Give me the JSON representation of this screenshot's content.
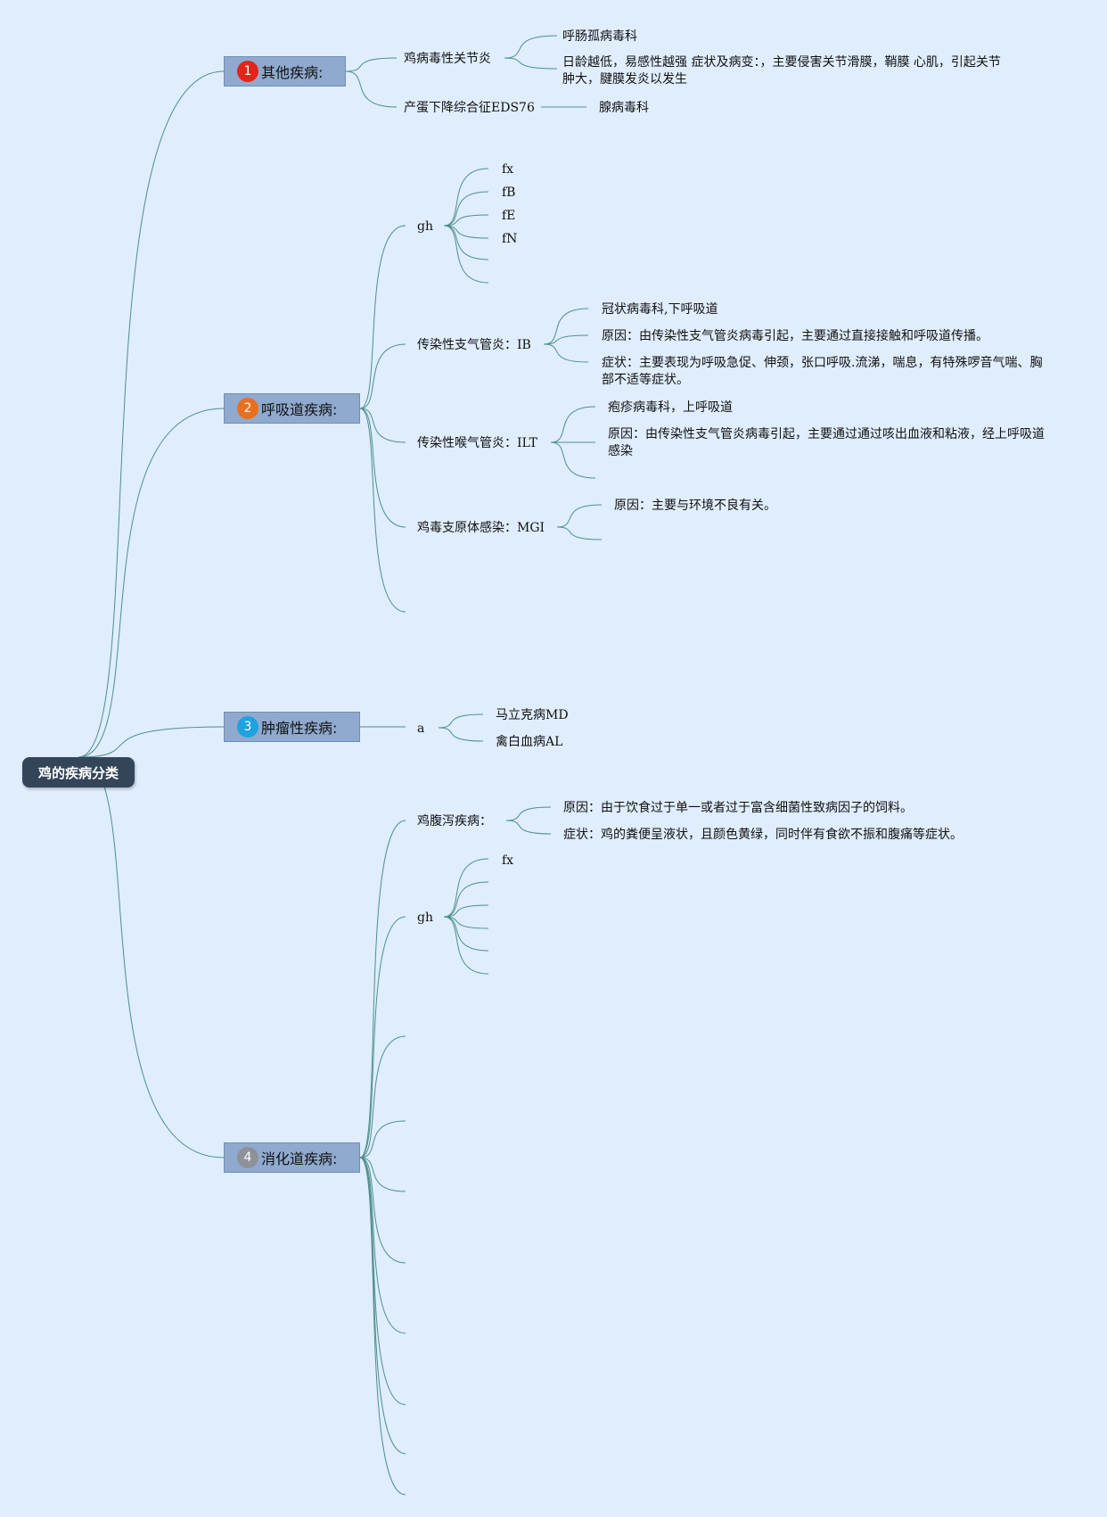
{
  "root": "鸡的疾病分类",
  "categories": [
    {
      "badge": "1",
      "badge_color": "#e0261b",
      "label": "其他疾病:",
      "children": [
        {
          "label": "鸡病毒性关节炎",
          "children": [
            "呼肠孤病毒科",
            "日龄越低，易感性越强 症状及病变：，主要侵害关节滑膜，鞘膜 心肌，引起关节肿大，腱膜发炎以发生"
          ]
        },
        {
          "label": "产蛋下降综合征EDS76",
          "children": [
            "腺病毒科"
          ]
        }
      ]
    },
    {
      "badge": "2",
      "badge_color": "#e8701e",
      "label": "呼吸道疾病:",
      "children": [
        {
          "label": "gh",
          "children": [
            "fx",
            "fB",
            "fE",
            "fN",
            "",
            ""
          ]
        },
        {
          "label": "传染性支气管炎：IB",
          "children": [
            "冠状病毒科,下呼吸道",
            "原因：由传染性支气管炎病毒引起，主要通过直接接触和呼吸道传播。",
            "症状：主要表现为呼吸急促、伸颈，张口呼吸.流涕，喘息，有特殊啰音气喘、胸部不适等症状。"
          ]
        },
        {
          "label": "传染性喉气管炎：ILT",
          "children": [
            "疱疹病毒科，上呼吸道",
            "原因：由传染性支气管炎病毒引起，主要通过通过咳出血液和粘液，经上呼吸道感染",
            ""
          ]
        },
        {
          "label": "鸡毒支原体感染：MGI",
          "children": [
            "原因：主要与环境不良有关。",
            ""
          ]
        },
        {
          "label": "",
          "children": []
        }
      ]
    },
    {
      "badge": "3",
      "badge_color": "#1fa2e0",
      "label": "肿瘤性疾病:",
      "children": [
        {
          "label": "a",
          "children": [
            "马立克病MD",
            "禽白血病AL"
          ]
        }
      ]
    },
    {
      "badge": "4",
      "badge_color": "#8e9198",
      "label": "消化道疾病:",
      "children": [
        {
          "label": "鸡腹泻疾病：",
          "children": [
            "原因：由于饮食过于单一或者过于富含细菌性致病因子的饲料。",
            "症状：鸡的粪便呈液状，且颜色黄绿，同时伴有食欲不振和腹痛等症状。"
          ]
        },
        {
          "label": "gh",
          "children": [
            "fx",
            "",
            "",
            "",
            "",
            ""
          ]
        },
        {
          "label": "",
          "children": []
        },
        {
          "label": "",
          "children": []
        },
        {
          "label": "",
          "children": []
        },
        {
          "label": "",
          "children": []
        },
        {
          "label": "",
          "children": []
        },
        {
          "label": "",
          "children": []
        },
        {
          "label": "",
          "children": []
        },
        {
          "label": "",
          "children": []
        }
      ]
    }
  ]
}
